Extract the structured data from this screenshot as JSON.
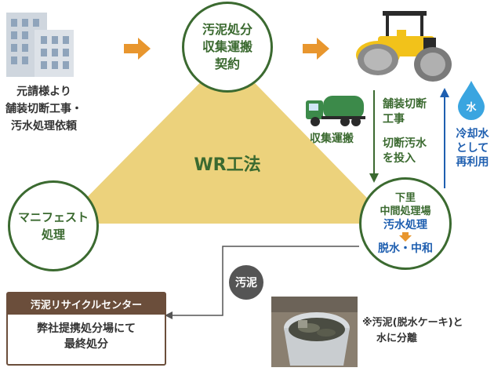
{
  "client": {
    "line1": "元請様より",
    "line2": "舗装切断工事・",
    "line3": "汚水処理依頼"
  },
  "contract": {
    "line1": "汚泥処分",
    "line2": "収集運搬",
    "line3": "契約"
  },
  "center_label": "WR工法",
  "manifest": {
    "line1": "マニフェスト",
    "line2": "処理"
  },
  "plant": {
    "line1": "下里",
    "line2": "中間処理場",
    "line3": "汚水処理",
    "line4": "脱水・中和"
  },
  "truck_label": "収集運搬",
  "process_text": {
    "line1": "舗装切断",
    "line2": "工事",
    "line3": "切断汚水",
    "line4": "を投入"
  },
  "water_icon_char": "水",
  "reuse_text": {
    "line1": "冷却水",
    "line2": "として",
    "line3": "再利用"
  },
  "sludge_badge": "汚泥",
  "recycle": {
    "title": "汚泥リサイクルセンター",
    "line1": "弊社提携処分場にて",
    "line2": "最終処分"
  },
  "note": {
    "line1": "※汚泥(脱水ケーキ)と",
    "line2": "水に分離"
  },
  "colors": {
    "green": "#3b6a30",
    "triangle": "#ecd27c",
    "arrow_orange": "#e8962e",
    "blue": "#1f5fb0",
    "brown": "#6b4e3b"
  },
  "icons": [
    "building-icon",
    "road-roller-icon",
    "truck-icon",
    "water-drop-icon",
    "sludge-bucket-photo"
  ]
}
